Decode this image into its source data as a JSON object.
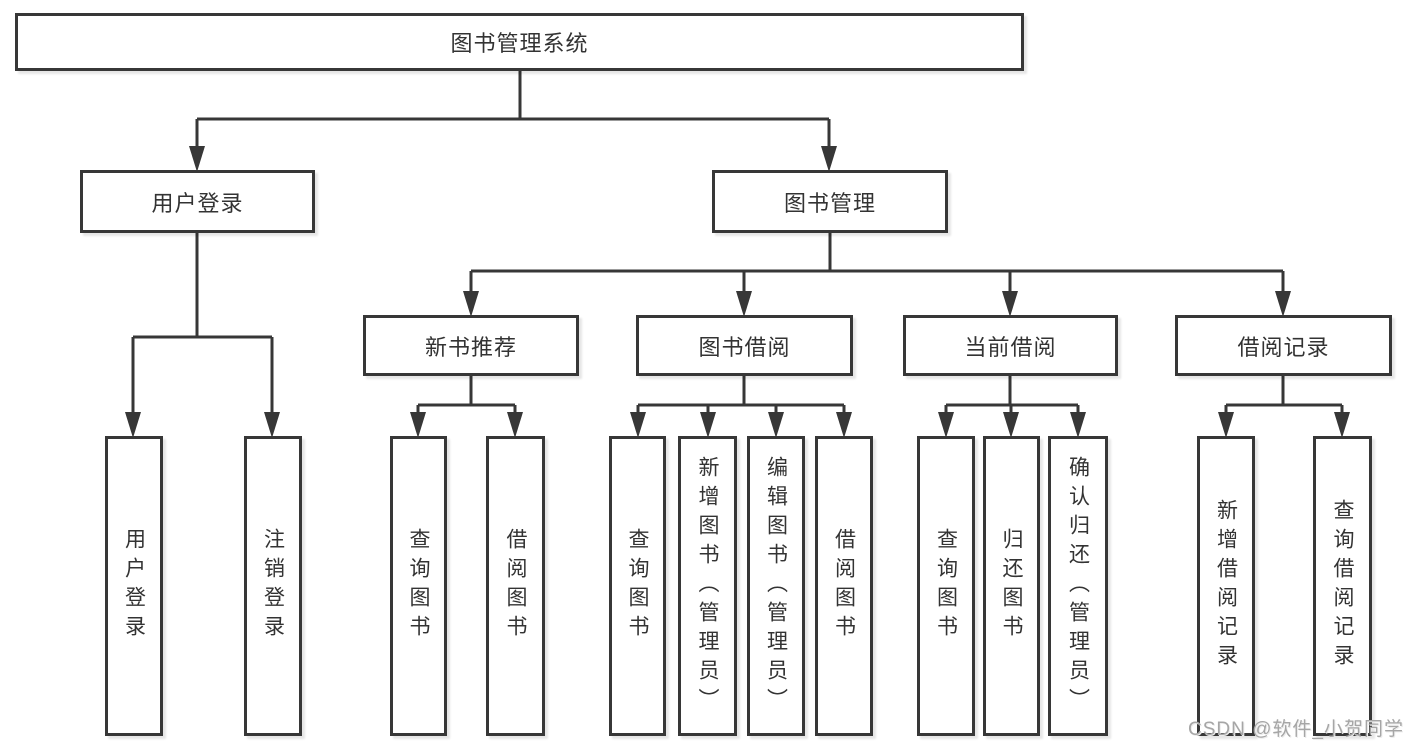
{
  "colors": {
    "line": "#373737",
    "text": "#333333",
    "watermark": "#a6a6a6",
    "background": "#ffffff"
  },
  "diagram": {
    "root": {
      "label": "图书管理系统"
    },
    "level2": [
      {
        "label": "用户登录"
      },
      {
        "label": "图书管理"
      }
    ],
    "level3": [
      {
        "label": "新书推荐"
      },
      {
        "label": "图书借阅"
      },
      {
        "label": "当前借阅"
      },
      {
        "label": "借阅记录"
      }
    ],
    "leaves": [
      {
        "parent": "用户登录",
        "label": "用户登录"
      },
      {
        "parent": "用户登录",
        "label": "注销登录"
      },
      {
        "parent": "新书推荐",
        "label": "查询图书"
      },
      {
        "parent": "新书推荐",
        "label": "借阅图书"
      },
      {
        "parent": "图书借阅",
        "label": "查询图书"
      },
      {
        "parent": "图书借阅",
        "label": "新增图书（管理员）"
      },
      {
        "parent": "图书借阅",
        "label": "编辑图书（管理员）"
      },
      {
        "parent": "图书借阅",
        "label": "借阅图书"
      },
      {
        "parent": "当前借阅",
        "label": "查询图书"
      },
      {
        "parent": "当前借阅",
        "label": "归还图书"
      },
      {
        "parent": "当前借阅",
        "label": "确认归还（管理员）"
      },
      {
        "parent": "借阅记录",
        "label": "新增借阅记录"
      },
      {
        "parent": "借阅记录",
        "label": "查询借阅记录"
      }
    ]
  },
  "watermark": {
    "text": "CSDN @软件_小贺同学"
  }
}
